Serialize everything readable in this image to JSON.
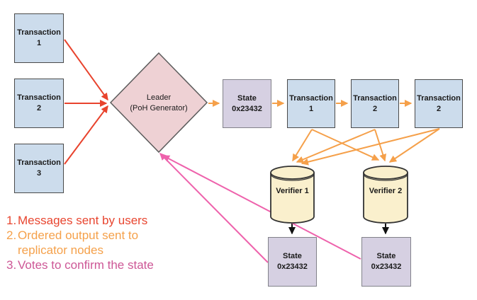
{
  "nodes": {
    "user_tx1": {
      "label": "Transaction\n1"
    },
    "user_tx2": {
      "label": "Transaction\n2"
    },
    "user_tx3": {
      "label": "Transaction\n3"
    },
    "leader": {
      "label": "Leader\n(PoH Generator)"
    },
    "state_head": {
      "label": "State\n0x23432"
    },
    "chain_tx1": {
      "label": "Transaction\n1"
    },
    "chain_tx2": {
      "label": "Transaction\n2"
    },
    "chain_tx3": {
      "label": "Transaction\n2"
    },
    "verifier1": {
      "label": "Verifier 1"
    },
    "verifier2": {
      "label": "Verifier 2"
    },
    "state_v1": {
      "label": "State\n0x23432"
    },
    "state_v2": {
      "label": "State\n0x23432"
    }
  },
  "legend": {
    "items": [
      {
        "num": "1.",
        "text": "Messages sent by users",
        "color": "#e8452f"
      },
      {
        "num": "2.",
        "text": "Ordered output sent to\nreplicator nodes",
        "color": "#f5a14b"
      },
      {
        "num": "3.",
        "text": "Votes to confirm the state",
        "color": "#cd5796"
      }
    ]
  },
  "colors": {
    "background": "#ffffff",
    "user_flow_red": "#e8432d",
    "ordered_flow_orange": "#f5a04a",
    "vote_flow_pink": "#ee62ac",
    "state_flow_black": "#111111",
    "transaction_box_fill": "#ccdcec",
    "leader_diamond_fill": "#eed1d4",
    "state_box_fill": "#d6d0e2",
    "verifier_cylinder_fill": "#faf0cd"
  }
}
